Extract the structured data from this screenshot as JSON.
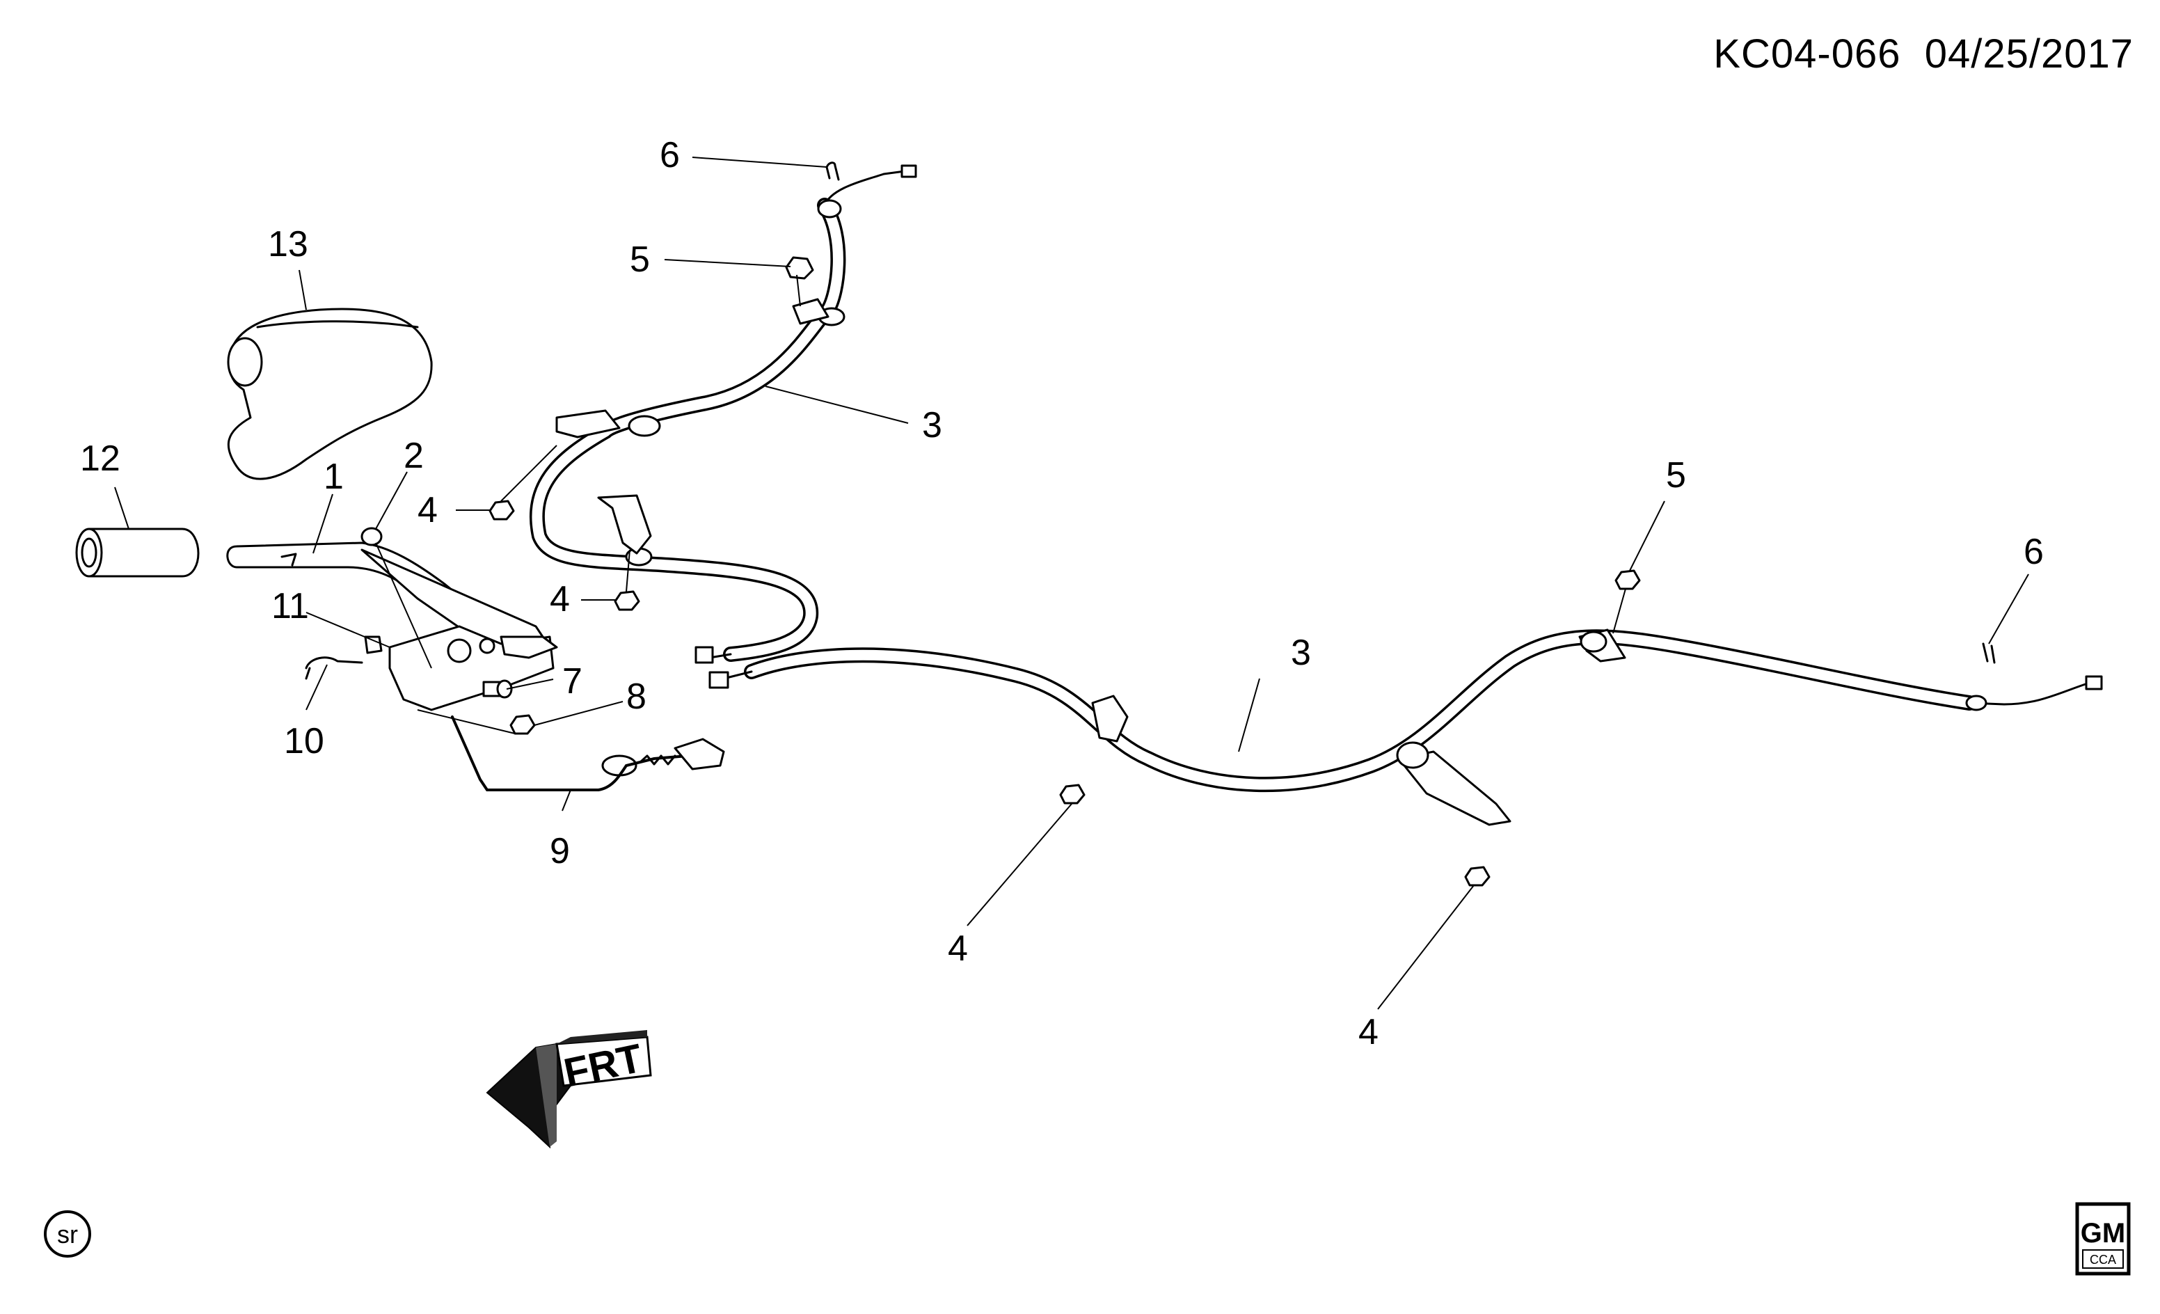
{
  "header": {
    "doc_id": "KC04-066",
    "date": "04/25/2017"
  },
  "callouts": {
    "c1": "1",
    "c2": "2",
    "c3_upper": "3",
    "c3_lower": "3",
    "c4_a": "4",
    "c4_b": "4",
    "c4_c": "4",
    "c4_d": "4",
    "c5_upper": "5",
    "c5_lower": "5",
    "c6_upper": "6",
    "c6_lower": "6",
    "c7": "7",
    "c8": "8",
    "c9": "9",
    "c10": "10",
    "c11": "11",
    "c12": "12",
    "c13": "13"
  },
  "direction_arrow": {
    "label": "FRT",
    "icon": "front-direction-arrow-icon"
  },
  "badges": {
    "sr_label": "sr",
    "gm_label": "GM",
    "gm_sub": "CCA"
  }
}
